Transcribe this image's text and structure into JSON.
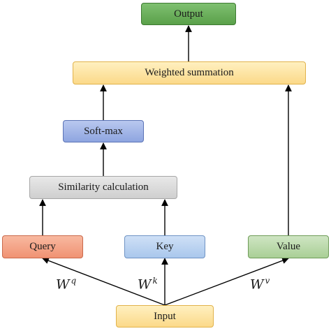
{
  "nodes": {
    "output": "Output",
    "weighted_summation": "Weighted summation",
    "softmax": "Soft-max",
    "similarity": "Similarity calculation",
    "query": "Query",
    "key": "Key",
    "value": "Value",
    "input": "Input"
  },
  "weights": {
    "query": {
      "base": "W",
      "sup": "q"
    },
    "key": {
      "base": "W",
      "sup": "k"
    },
    "value": {
      "base": "W",
      "sup": "v"
    }
  }
}
